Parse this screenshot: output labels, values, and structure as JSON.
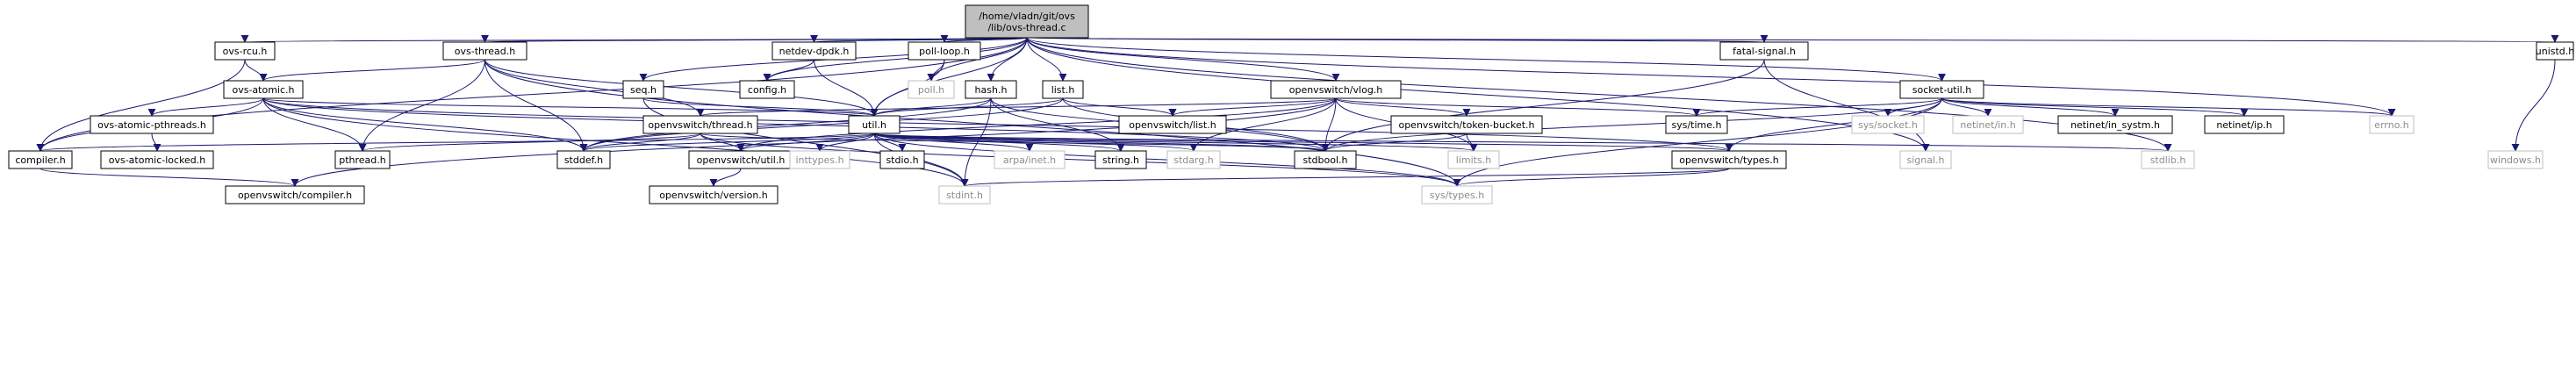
{
  "colors": {
    "edge": "#191970",
    "node_border": "#000000",
    "node_fill": "#ffffff",
    "root_fill": "#bfbfbf",
    "system_header_border": "#bfbfbf",
    "system_header_text": "#8c8c8c"
  },
  "nodes": [
    {
      "id": "root",
      "label": [
        "/home/vladn/git/ovs",
        "/lib/ovs-thread.c"
      ],
      "kind": "root"
    },
    {
      "id": "ovs_rcu",
      "label": [
        "ovs-rcu.h"
      ],
      "kind": "header"
    },
    {
      "id": "ovs_thread_h",
      "label": [
        "ovs-thread.h"
      ],
      "kind": "header"
    },
    {
      "id": "netdev_dpdk",
      "label": [
        "netdev-dpdk.h"
      ],
      "kind": "header"
    },
    {
      "id": "poll_loop",
      "label": [
        "poll-loop.h"
      ],
      "kind": "header"
    },
    {
      "id": "fatal_signal",
      "label": [
        "fatal-signal.h"
      ],
      "kind": "header"
    },
    {
      "id": "unistd",
      "label": [
        "unistd.h"
      ],
      "kind": "header"
    },
    {
      "id": "ovs_atomic",
      "label": [
        "ovs-atomic.h"
      ],
      "kind": "header"
    },
    {
      "id": "seq",
      "label": [
        "seq.h"
      ],
      "kind": "header"
    },
    {
      "id": "config",
      "label": [
        "config.h"
      ],
      "kind": "header"
    },
    {
      "id": "poll_h",
      "label": [
        "poll.h"
      ],
      "kind": "system"
    },
    {
      "id": "hash",
      "label": [
        "hash.h"
      ],
      "kind": "header"
    },
    {
      "id": "list",
      "label": [
        "list.h"
      ],
      "kind": "header"
    },
    {
      "id": "vlog",
      "label": [
        "openvswitch/vlog.h"
      ],
      "kind": "header"
    },
    {
      "id": "socket_util",
      "label": [
        "socket-util.h"
      ],
      "kind": "header"
    },
    {
      "id": "signal",
      "label": [
        "signal.h"
      ],
      "kind": "system"
    },
    {
      "id": "windows",
      "label": [
        "windows.h"
      ],
      "kind": "system"
    },
    {
      "id": "ovs_atomic_pthreads",
      "label": [
        "ovs-atomic-pthreads.h"
      ],
      "kind": "header"
    },
    {
      "id": "util",
      "label": [
        "util.h"
      ],
      "kind": "header"
    },
    {
      "id": "ovs_thread_pub",
      "label": [
        "openvswitch/thread.h"
      ],
      "kind": "header"
    },
    {
      "id": "ovs_list",
      "label": [
        "openvswitch/list.h"
      ],
      "kind": "header"
    },
    {
      "id": "token_bucket",
      "label": [
        "openvswitch/token-bucket.h"
      ],
      "kind": "header"
    },
    {
      "id": "sys_time",
      "label": [
        "sys/time.h"
      ],
      "kind": "header"
    },
    {
      "id": "sys_socket",
      "label": [
        "sys/socket.h"
      ],
      "kind": "system"
    },
    {
      "id": "netinet_in",
      "label": [
        "netinet/in.h"
      ],
      "kind": "system"
    },
    {
      "id": "netinet_in_systm",
      "label": [
        "netinet/in_systm.h"
      ],
      "kind": "header"
    },
    {
      "id": "netinet_ip",
      "label": [
        "netinet/ip.h"
      ],
      "kind": "header"
    },
    {
      "id": "errno",
      "label": [
        "errno.h"
      ],
      "kind": "system"
    },
    {
      "id": "compiler",
      "label": [
        "compiler.h"
      ],
      "kind": "header"
    },
    {
      "id": "ovs_atomic_locked",
      "label": [
        "ovs-atomic-locked.h"
      ],
      "kind": "header"
    },
    {
      "id": "pthread",
      "label": [
        "pthread.h"
      ],
      "kind": "header"
    },
    {
      "id": "stddef",
      "label": [
        "stddef.h"
      ],
      "kind": "header"
    },
    {
      "id": "ovs_util",
      "label": [
        "openvswitch/util.h"
      ],
      "kind": "header"
    },
    {
      "id": "inttypes",
      "label": [
        "inttypes.h"
      ],
      "kind": "system"
    },
    {
      "id": "stdio",
      "label": [
        "stdio.h"
      ],
      "kind": "header"
    },
    {
      "id": "arpa_inet",
      "label": [
        "arpa/inet.h"
      ],
      "kind": "system"
    },
    {
      "id": "string",
      "label": [
        "string.h"
      ],
      "kind": "header"
    },
    {
      "id": "stdarg",
      "label": [
        "stdarg.h"
      ],
      "kind": "system"
    },
    {
      "id": "stdbool",
      "label": [
        "stdbool.h"
      ],
      "kind": "header"
    },
    {
      "id": "limits",
      "label": [
        "limits.h"
      ],
      "kind": "system"
    },
    {
      "id": "ovs_types",
      "label": [
        "openvswitch/types.h"
      ],
      "kind": "header"
    },
    {
      "id": "stdlib",
      "label": [
        "stdlib.h"
      ],
      "kind": "system"
    },
    {
      "id": "ovs_compiler",
      "label": [
        "openvswitch/compiler.h"
      ],
      "kind": "header"
    },
    {
      "id": "ovs_version",
      "label": [
        "openvswitch/version.h"
      ],
      "kind": "header"
    },
    {
      "id": "stdint",
      "label": [
        "stdint.h"
      ],
      "kind": "system"
    },
    {
      "id": "sys_types",
      "label": [
        "sys/types.h"
      ],
      "kind": "system"
    }
  ],
  "edges": [
    [
      "root",
      "ovs_rcu"
    ],
    [
      "root",
      "ovs_thread_h"
    ],
    [
      "root",
      "netdev_dpdk"
    ],
    [
      "root",
      "poll_loop"
    ],
    [
      "root",
      "fatal_signal"
    ],
    [
      "root",
      "unistd"
    ],
    [
      "root",
      "seq"
    ],
    [
      "root",
      "config"
    ],
    [
      "root",
      "poll_h"
    ],
    [
      "root",
      "hash"
    ],
    [
      "root",
      "list"
    ],
    [
      "root",
      "vlog"
    ],
    [
      "root",
      "socket_util"
    ],
    [
      "root",
      "signal"
    ],
    [
      "root",
      "errno"
    ],
    [
      "root",
      "compiler"
    ],
    [
      "root",
      "util"
    ],
    [
      "root",
      "stdlib"
    ],
    [
      "ovs_rcu",
      "ovs_atomic"
    ],
    [
      "ovs_rcu",
      "compiler"
    ],
    [
      "ovs_thread_h",
      "ovs_atomic"
    ],
    [
      "ovs_thread_h",
      "pthread"
    ],
    [
      "ovs_thread_h",
      "stddef"
    ],
    [
      "ovs_thread_h",
      "sys_types"
    ],
    [
      "ovs_thread_h",
      "ovs_thread_pub"
    ],
    [
      "ovs_thread_h",
      "util"
    ],
    [
      "netdev_dpdk",
      "config"
    ],
    [
      "netdev_dpdk",
      "util"
    ],
    [
      "poll_loop",
      "poll_h"
    ],
    [
      "poll_loop",
      "util"
    ],
    [
      "fatal_signal",
      "signal"
    ],
    [
      "fatal_signal",
      "stdbool"
    ],
    [
      "unistd",
      "windows"
    ],
    [
      "ovs_atomic",
      "ovs_atomic_pthreads"
    ],
    [
      "ovs_atomic",
      "compiler"
    ],
    [
      "ovs_atomic",
      "pthread"
    ],
    [
      "ovs_atomic",
      "stddef"
    ],
    [
      "ovs_atomic",
      "stdint"
    ],
    [
      "ovs_atomic",
      "stdbool"
    ],
    [
      "ovs_atomic",
      "util"
    ],
    [
      "ovs_atomic",
      "ovs_types"
    ],
    [
      "ovs_atomic_pthreads",
      "ovs_atomic_locked"
    ],
    [
      "seq",
      "util"
    ],
    [
      "seq",
      "stdint"
    ],
    [
      "hash",
      "util"
    ],
    [
      "hash",
      "stdint"
    ],
    [
      "hash",
      "stddef"
    ],
    [
      "hash",
      "string"
    ],
    [
      "hash",
      "stdbool"
    ],
    [
      "list",
      "ovs_list"
    ],
    [
      "list",
      "stddef"
    ],
    [
      "list",
      "stdbool"
    ],
    [
      "list",
      "util"
    ],
    [
      "vlog",
      "ovs_list"
    ],
    [
      "vlog",
      "token_bucket"
    ],
    [
      "vlog",
      "sys_time"
    ],
    [
      "vlog",
      "stdarg"
    ],
    [
      "vlog",
      "stdbool"
    ],
    [
      "vlog",
      "limits"
    ],
    [
      "vlog",
      "ovs_util"
    ],
    [
      "vlog",
      "ovs_compiler"
    ],
    [
      "vlog",
      "ovs_thread_pub"
    ],
    [
      "socket_util",
      "sys_time"
    ],
    [
      "socket_util",
      "sys_socket"
    ],
    [
      "socket_util",
      "netinet_in"
    ],
    [
      "socket_util",
      "netinet_in_systm"
    ],
    [
      "socket_util",
      "netinet_ip"
    ],
    [
      "socket_util",
      "errno"
    ],
    [
      "socket_util",
      "ovs_types"
    ],
    [
      "socket_util",
      "stdbool"
    ],
    [
      "socket_util",
      "sys_types"
    ],
    [
      "util",
      "compiler"
    ],
    [
      "util",
      "stddef"
    ],
    [
      "util",
      "ovs_util"
    ],
    [
      "util",
      "inttypes"
    ],
    [
      "util",
      "stdio"
    ],
    [
      "util",
      "arpa_inet"
    ],
    [
      "util",
      "string"
    ],
    [
      "util",
      "stdarg"
    ],
    [
      "util",
      "stdbool"
    ],
    [
      "util",
      "limits"
    ],
    [
      "util",
      "stdint"
    ],
    [
      "util",
      "stdlib"
    ],
    [
      "util",
      "ovs_types"
    ],
    [
      "util",
      "sys_types"
    ],
    [
      "ovs_thread_pub",
      "pthread"
    ],
    [
      "ovs_thread_pub",
      "stddef"
    ],
    [
      "ovs_thread_pub",
      "stdbool"
    ],
    [
      "ovs_thread_pub",
      "ovs_util"
    ],
    [
      "ovs_thread_pub",
      "sys_types"
    ],
    [
      "token_bucket",
      "limits"
    ],
    [
      "token_bucket",
      "stdbool"
    ],
    [
      "compiler",
      "ovs_compiler"
    ],
    [
      "ovs_util",
      "ovs_version"
    ],
    [
      "ovs_types",
      "stdint"
    ],
    [
      "ovs_types",
      "sys_types"
    ]
  ]
}
